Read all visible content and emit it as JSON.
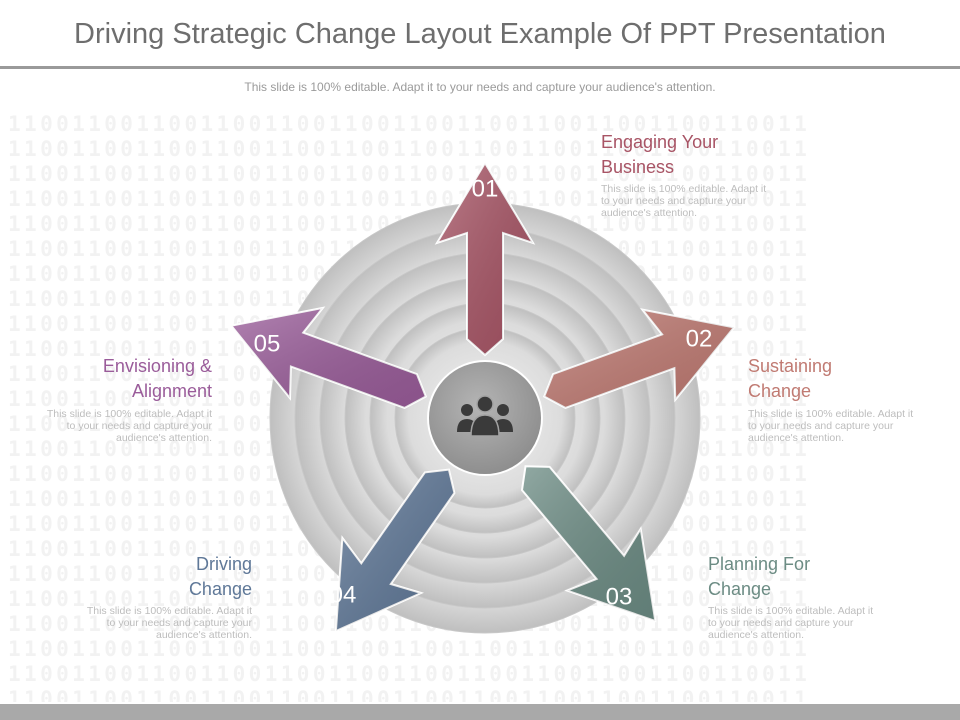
{
  "title": "Driving Strategic Change Layout Example Of PPT Presentation",
  "subtitle": "This slide is 100% editable. Adapt it to your needs and capture your audience's attention.",
  "background_pattern": "11001100110011001100110011001100110011001100110011",
  "center_icon": "people-group-icon",
  "items": [
    {
      "number": "01",
      "title_lines": [
        "Engaging Your",
        "Business"
      ],
      "desc_lines": [
        "This slide is 100% editable. Adapt it",
        "to your needs and capture your",
        "audience's attention."
      ],
      "color": "#a85465"
    },
    {
      "number": "02",
      "title_lines": [
        "Sustaining",
        "Change"
      ],
      "desc_lines": [
        "This slide is 100% editable. Adapt it",
        "to your needs and capture your",
        "audience's attention."
      ],
      "color": "#c07a72"
    },
    {
      "number": "03",
      "title_lines": [
        "Planning For",
        "Change"
      ],
      "desc_lines": [
        "This slide is 100% editable. Adapt it",
        "to your needs and capture your",
        "audience's attention."
      ],
      "color": "#6c8c84"
    },
    {
      "number": "04",
      "title_lines": [
        "Driving",
        "Change"
      ],
      "desc_lines": [
        "This slide is 100% editable. Adapt it",
        "to your needs and capture your",
        "audience's attention."
      ],
      "color": "#5f7898"
    },
    {
      "number": "05",
      "title_lines": [
        "Envisioning &",
        "Alignment"
      ],
      "desc_lines": [
        "This slide is 100% editable. Adapt it",
        "to your needs and capture your",
        "audience's attention."
      ],
      "color": "#9a5c9a"
    }
  ]
}
